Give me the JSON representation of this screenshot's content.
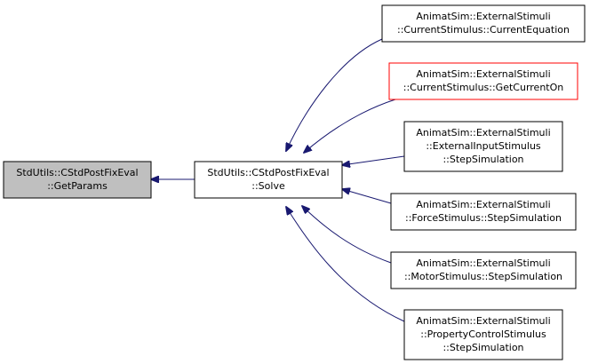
{
  "colors": {
    "edge": "#191970",
    "box_border": "#000000",
    "highlight_border": "#ff0000",
    "focus_fill": "#bfbfbf",
    "box_fill": "#ffffff"
  },
  "nodes": {
    "getparams": {
      "line1": "StdUtils::CStdPostFixEval",
      "line2": "::GetParams"
    },
    "solve": {
      "line1": "StdUtils::CStdPostFixEval",
      "line2": "::Solve"
    },
    "current_equation": {
      "line1": "AnimatSim::ExternalStimuli",
      "line2": "::CurrentStimulus::CurrentEquation"
    },
    "get_current_on": {
      "line1": "AnimatSim::ExternalStimuli",
      "line2": "::CurrentStimulus::GetCurrentOn"
    },
    "external_input_step": {
      "line1": "AnimatSim::ExternalStimuli",
      "line2": "::ExternalInputStimulus",
      "line3": "::StepSimulation"
    },
    "force_step": {
      "line1": "AnimatSim::ExternalStimuli",
      "line2": "::ForceStimulus::StepSimulation"
    },
    "motor_step": {
      "line1": "AnimatSim::ExternalStimuli",
      "line2": "::MotorStimulus::StepSimulation"
    },
    "property_control_step": {
      "line1": "AnimatSim::ExternalStimuli",
      "line2": "::PropertyControlStimulus",
      "line3": "::StepSimulation"
    }
  }
}
